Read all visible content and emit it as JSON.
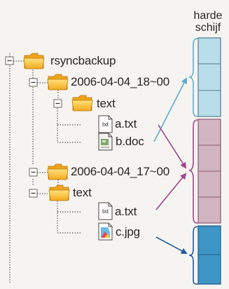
{
  "disk": {
    "title_line1": "harde",
    "title_line2": "schijf",
    "colors": {
      "top": "#b9dde9",
      "middle": "#d1b5c0",
      "bottom": "#3e95c6"
    }
  },
  "tree": {
    "root": {
      "label": "rsyncbackup",
      "expander": "−"
    },
    "snapshot1": {
      "label": "2006-04-04_18~00",
      "expander": "−",
      "folder": {
        "label": "text",
        "expander": "−"
      },
      "files": [
        {
          "label": "a.txt",
          "icon": "txt-file-icon",
          "icon_text": "txt"
        },
        {
          "label": "b.doc",
          "icon": "doc-file-icon"
        }
      ]
    },
    "snapshot2": {
      "label": "2006-04-04_17~00",
      "expander": "−",
      "folder": {
        "label": "text",
        "expander": "−"
      },
      "files": [
        {
          "label": "a.txt",
          "icon": "txt-file-icon",
          "icon_text": "txt"
        },
        {
          "label": "c.jpg",
          "icon": "image-file-icon"
        }
      ]
    }
  },
  "arrow_colors": {
    "teal": "#5aaecd",
    "magenta": "#a0458c",
    "blue": "#1f5c9a"
  }
}
